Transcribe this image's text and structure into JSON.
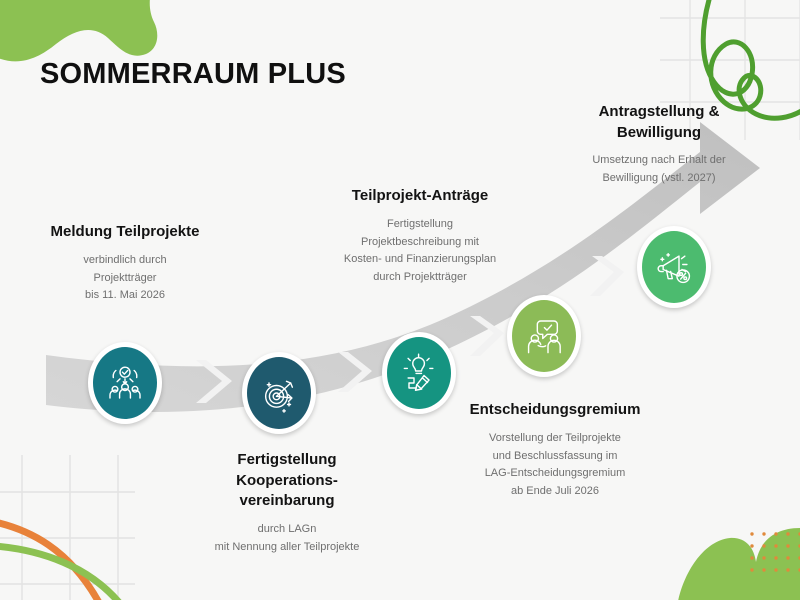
{
  "page": {
    "title": "SOMMERRAUM PLUS",
    "background_color": "#f7f7f6",
    "accent_green": "#8cc152",
    "accent_orange": "#e8823a",
    "ribbon_color": "#cfcfcf"
  },
  "steps": [
    {
      "index": 1,
      "heading": "Meldung Teilprojekte",
      "lines": [
        "verbindlich durch",
        "Projektträger",
        "bis 11. Mai 2026"
      ],
      "icon": "people-check-icon",
      "circle_color": "#167885",
      "label_position": "above"
    },
    {
      "index": 2,
      "heading": "Fertigstellung\nKooperations-\nvereinbarung",
      "heading_lines": [
        "Fertigstellung",
        "Kooperations-",
        "vereinbarung"
      ],
      "lines": [
        "durch LAGn",
        "mit Nennung aller Teilprojekte"
      ],
      "icon": "target-arrow-icon",
      "circle_color": "#1f5a6e",
      "label_position": "below"
    },
    {
      "index": 3,
      "heading": "Teilprojekt-Anträge",
      "lines": [
        "Fertigstellung",
        "Projektbeschreibung mit",
        "Kosten- und Finanzierungsplan",
        "durch Projektträger"
      ],
      "icon": "lightbulb-pencil-icon",
      "circle_color": "#159481",
      "label_position": "above"
    },
    {
      "index": 4,
      "heading": "Entscheidungsgremium",
      "lines": [
        "Vorstellung der Teilprojekte",
        "und Beschlussfassung im",
        "LAG-Entscheidungsgremium",
        "ab Ende Juli 2026"
      ],
      "icon": "discussion-check-icon",
      "circle_color": "#8cbb57",
      "label_position": "below"
    },
    {
      "index": 5,
      "heading": "Antragstellung &\nBewilligung",
      "heading_lines": [
        "Antragstellung &",
        "Bewilligung"
      ],
      "lines": [
        "Umsetzung nach Erhalt der",
        "Bewilligung (vstl. 2027)"
      ],
      "icon": "megaphone-percent-icon",
      "circle_color": "#4cbb6f",
      "label_position": "above"
    }
  ],
  "decorations": [
    {
      "name": "top-left-blob",
      "color": "#8cc152"
    },
    {
      "name": "top-right-squiggle",
      "color": "#4f9f2f"
    },
    {
      "name": "top-right-grid",
      "color": "#e3e3e3"
    },
    {
      "name": "bottom-left-grid",
      "color": "#e0e0e0"
    },
    {
      "name": "bottom-left-orange-arc",
      "color": "#e8823a"
    },
    {
      "name": "bottom-left-green-arc",
      "color": "#8cc152"
    },
    {
      "name": "bottom-right-blob",
      "color": "#8cc152"
    },
    {
      "name": "bottom-right-dots",
      "color": "#e08a3c"
    }
  ]
}
